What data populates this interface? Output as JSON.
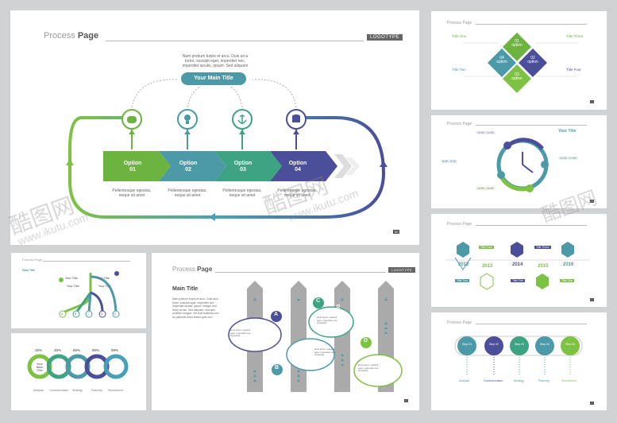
{
  "main": {
    "title_light": "Process",
    "title_bold": "Page",
    "logotype": "LOGOTYPE",
    "intro_text": "Nam pretium turpis et arcu. Duis arcu tortor, suscipit eget, imperdiet nec, imperdiet iaculis, ipsum. Sed aliquam",
    "main_title_button": "Your Main Title",
    "options": [
      {
        "label": "Option",
        "num": "01",
        "desc": "Pellentesque egestas, neque sit amet",
        "color": "#6cb33f"
      },
      {
        "label": "Option",
        "num": "02",
        "desc": "Pellentesque egestas, neque sit amet",
        "color": "#4c9aa8"
      },
      {
        "label": "Option",
        "num": "03",
        "desc": "Pellentesque egestas, neque sit amet",
        "color": "#3ea382"
      },
      {
        "label": "Option",
        "num": "04",
        "desc": "Pellentesque egestas, neque sit amet",
        "color": "#4b4e99"
      }
    ],
    "icons": [
      "money-bag-icon",
      "lightbulb-icon",
      "anchor-icon",
      "database-icon"
    ],
    "page_number": "50"
  },
  "diamond_slide": {
    "header": "Process Page",
    "title_one": "Title One",
    "title_two": "Title Two",
    "title_three": "Title Three",
    "title_four": "Title Four",
    "options": [
      "01",
      "02",
      "03",
      "04"
    ],
    "option_word": "option"
  },
  "clock_slide": {
    "header": "Process Page",
    "your_title": "Your Title",
    "times": [
      "10:00 - 12:00",
      "8:00 - 9:15",
      "12:30 - 17:00",
      "14:00 - 16:00"
    ]
  },
  "timeline_slide": {
    "header": "Process Page",
    "years": [
      "2012",
      "2013",
      "2014",
      "2015",
      "2016"
    ],
    "step_tags": [
      "Title Four",
      "Title Three",
      "Title Two",
      "Title Five",
      "Title One"
    ]
  },
  "steps_circles_slide": {
    "header": "Process Page",
    "steps": [
      "01",
      "02",
      "03",
      "04",
      "05"
    ],
    "step_word": "Step",
    "labels": [
      "Analysis",
      "Communication",
      "Strategy",
      "Planning",
      "Recruitment"
    ]
  },
  "tree_slide": {
    "header": "Process Page",
    "main_title": "Main Title",
    "your_title": "Your Title",
    "letters": [
      "A",
      "B",
      "C",
      "D",
      "E"
    ]
  },
  "rings_slide": {
    "percents": [
      "25%",
      "45%",
      "65%",
      "85%",
      "99%"
    ],
    "center": "Your Main Title",
    "labels": [
      "Analysis",
      "Communication",
      "Strategy",
      "Planning",
      "Recruitment"
    ]
  },
  "arrows_slide": {
    "header_light": "Process",
    "header_bold": "Page",
    "logotype": "LOGOTYPE",
    "main_title": "Main Title",
    "body": "Nam pretium turpis et arcu. Duis arcu tortor, suscipit eget, imperdiet nec, imperdiet iaculis, ipsum. Integer sed dolor at nisi. Sed aliquam, nisi quis porttitor congue, elit erat euismod orci, ac placerat dolor lectus quis orci.",
    "steps": [
      "Step 01",
      "Step 02",
      "Step 03",
      "Step 04"
    ],
    "letters": [
      "A",
      "B",
      "C",
      "D"
    ],
    "cloud_text": "Duis tortor, suscipit eget, imperdiet nec, imperdiet"
  },
  "watermarks": [
    "www.ikutu.com",
    "酷图网"
  ]
}
